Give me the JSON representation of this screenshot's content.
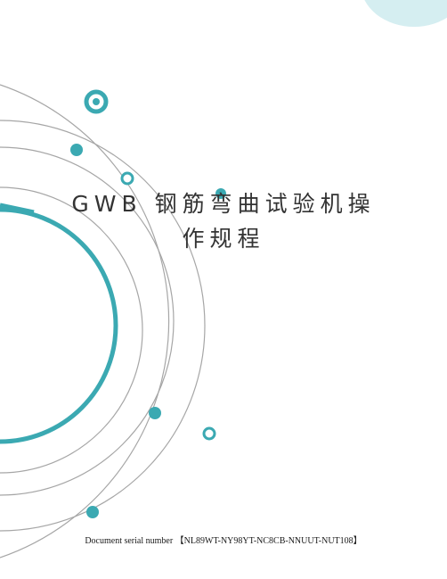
{
  "document": {
    "title_line_1": "GWB 钢筋弯曲试验机操",
    "title_line_2": "作规程",
    "serial_label": "Document serial number",
    "serial_value": "【NL89WT-NY98YT-NC8CB-NNUUT-NUT108】"
  },
  "colors": {
    "accent": "#3ba9b2",
    "arc_gray": "#9a9a9a",
    "corner_teal": "#d5eef1"
  }
}
